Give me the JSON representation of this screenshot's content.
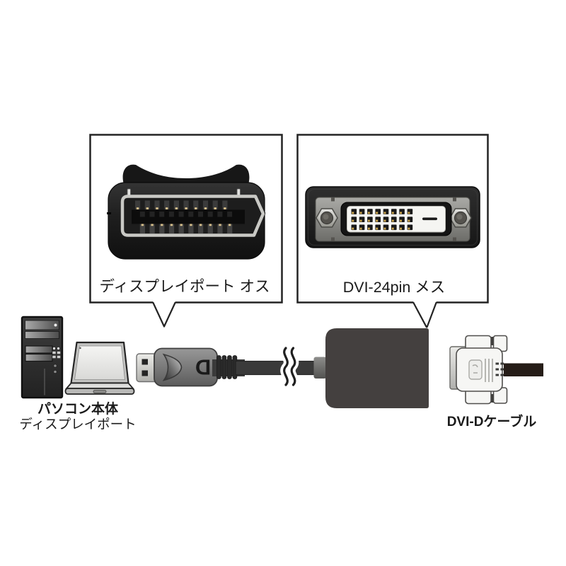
{
  "callouts": {
    "displayport": {
      "label": "ディスプレイポート オス"
    },
    "dvi": {
      "label": "DVI-24pin メス"
    }
  },
  "pc": {
    "label_line1": "パソコン本体",
    "label_line2": "ディスプレイポート"
  },
  "dvi_cable": {
    "label": "DVI-Dケーブル"
  },
  "dp_plug": {
    "logo_letter": "D"
  },
  "colors": {
    "outline": "#232323",
    "text": "#1a1a1a",
    "adapter_housing": "#44403f",
    "metal_bezel": "#c9c9c5",
    "gold_pin": "#cfa84e",
    "white_connector": "#f6f6f4",
    "cable_dark": "#3a3a3a",
    "dvi_cable_black": "#261d18"
  }
}
